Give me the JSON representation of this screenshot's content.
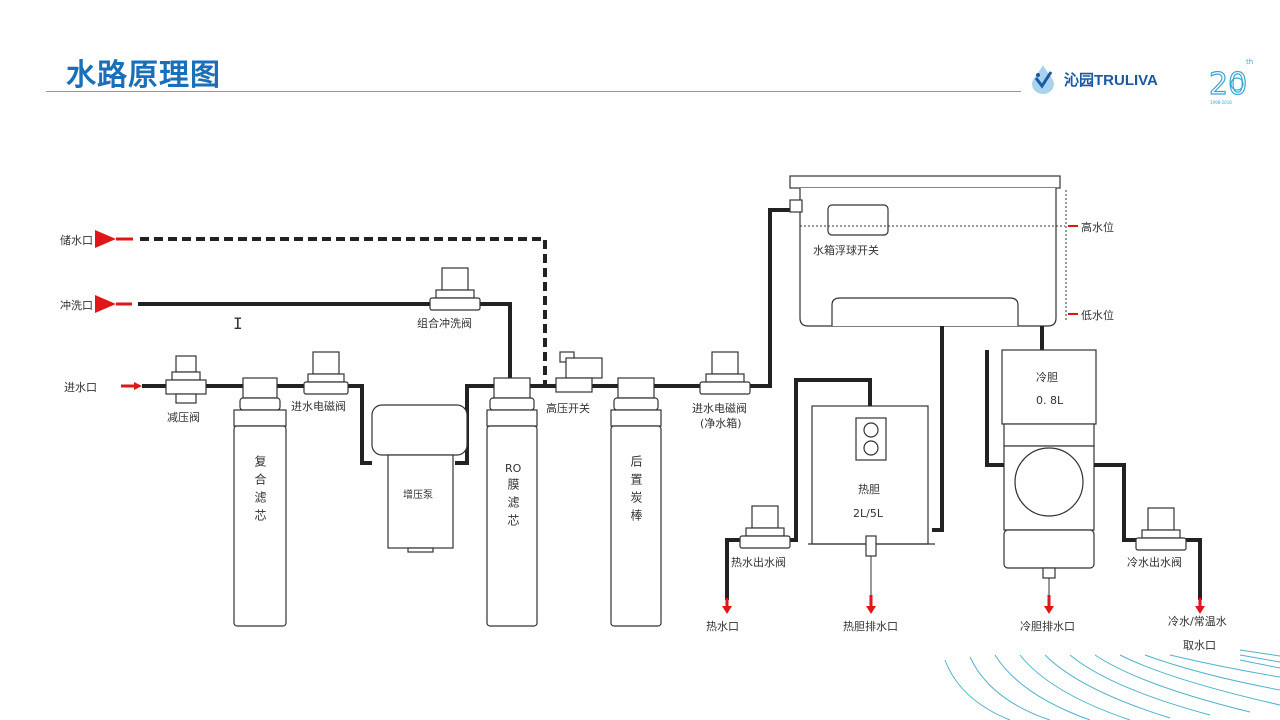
{
  "header": {
    "title": "水路原理图",
    "brand_name": "沁园TRULIVA",
    "anniversary_number": "20",
    "anniversary_suffix": "th",
    "anniversary_caption": "1998-2018"
  },
  "colors": {
    "title": "#1a6fb8",
    "pipe": "#222222",
    "arrow": "#e0161b",
    "accent": "#3aa6d0"
  },
  "ports": {
    "storage_outlet": "储水口",
    "flush_outlet": "冲洗口",
    "water_inlet": "进水口",
    "hot_water_outlet": "热水口",
    "hot_tank_drain": "热胆排水口",
    "cold_tank_drain": "冷胆排水口",
    "cold_normal_line1": "冷水/常温水",
    "cold_normal_line2": "取水口"
  },
  "components": {
    "pressure_reducing_valve": "减压阀",
    "inlet_solenoid_valve": "进水电磁阀",
    "composite_filter": "复合滤芯",
    "booster_pump": "增压泵",
    "combo_flush_valve": "组合冲洗阀",
    "ro_filter_prefix": "RO",
    "ro_filter": "膜滤芯",
    "high_pressure_switch": "高压开关",
    "post_carbon": "后置炭棒",
    "inlet_solenoid_valve_tank": "进水电磁阀",
    "inlet_solenoid_valve_tank_note": "(净水箱)",
    "float_switch": "水箱浮球开关",
    "high_level": "高水位",
    "low_level": "低水位",
    "hot_tank": "热胆",
    "hot_tank_capacity": "2L/5L",
    "cold_tank": "冷胆",
    "cold_tank_capacity": "0. 8L",
    "hot_outlet_valve": "热水出水阀",
    "cold_outlet_valve": "冷水出水阀"
  }
}
